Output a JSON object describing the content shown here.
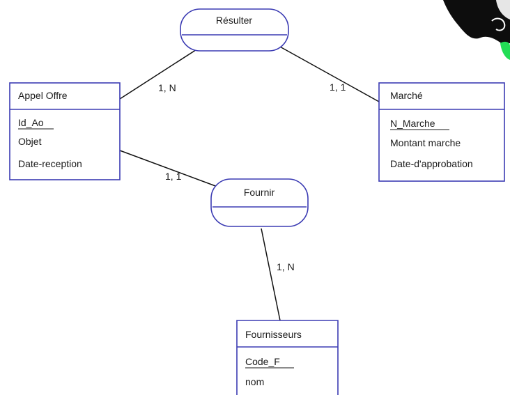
{
  "associations": {
    "resulter": {
      "label": "Résulter"
    },
    "fournir": {
      "label": "Fournir"
    }
  },
  "entities": {
    "appel_offre": {
      "title": "Appel Offre",
      "attributes": [
        "Id_Ao",
        "Objet",
        "Date-reception"
      ],
      "identifier": "Id_Ao"
    },
    "marche": {
      "title": "Marché",
      "attributes": [
        "N_Marche",
        "Montant marche",
        "Date-d'approbation"
      ],
      "identifier": "N_Marche"
    },
    "fournisseurs": {
      "title": "Fournisseurs",
      "attributes": [
        "Code_F",
        "nom"
      ],
      "identifier": "Code_F"
    }
  },
  "cardinalities": {
    "appel_offre_resulter": "1, N",
    "marche_resulter": "1, 1",
    "appel_offre_fournir": "1, 1",
    "fournisseurs_fournir": "1, N"
  },
  "colors": {
    "box_stroke": "#3b3bb3",
    "line": "#111111",
    "corner_green": "#22dd55"
  },
  "icons": {
    "corner": "hand-cursor-icon"
  }
}
